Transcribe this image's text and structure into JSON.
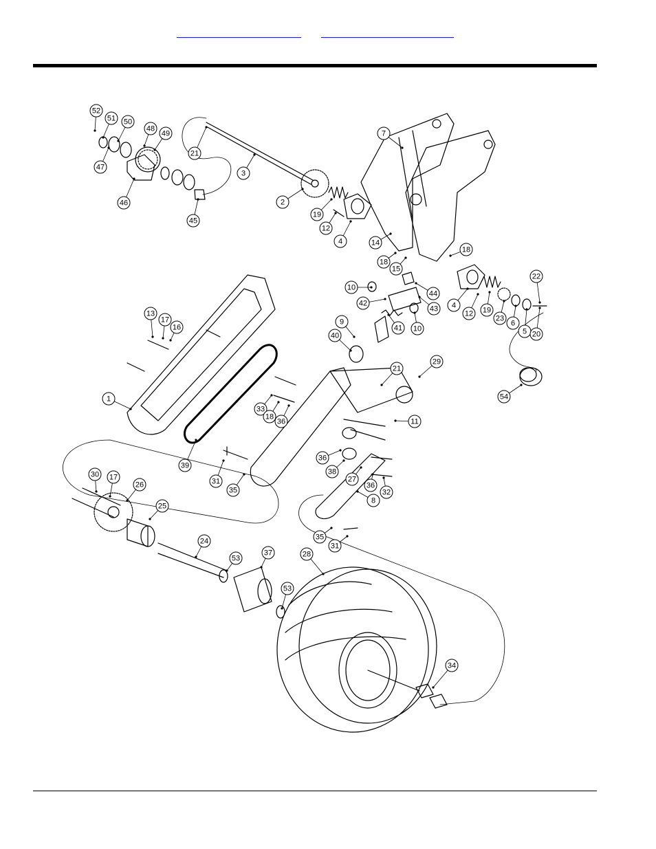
{
  "header": {
    "link_a": "",
    "link_b": ""
  },
  "diagram": {
    "callouts": [
      "52",
      "51",
      "50",
      "49",
      "48",
      "47",
      "46",
      "45",
      "21",
      "3",
      "2",
      "19",
      "12",
      "4",
      "14",
      "7",
      "18",
      "15",
      "18",
      "44",
      "43",
      "10",
      "42",
      "41",
      "10",
      "4",
      "12",
      "19",
      "23",
      "6",
      "5",
      "20",
      "22",
      "9",
      "40",
      "21",
      "29",
      "54",
      "13",
      "17",
      "16",
      "1",
      "33",
      "18",
      "36",
      "39",
      "11",
      "36",
      "38",
      "27",
      "36",
      "32",
      "8",
      "31",
      "35",
      "30",
      "17",
      "26",
      "25",
      "24",
      "53",
      "37",
      "53",
      "28",
      "35",
      "31",
      "34"
    ]
  }
}
